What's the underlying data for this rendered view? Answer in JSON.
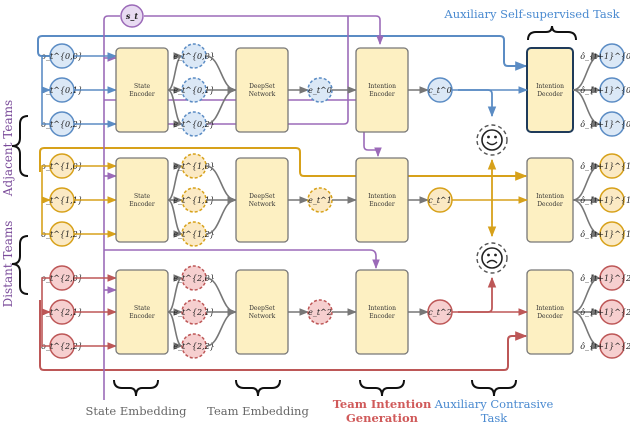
{
  "colors": {
    "blue": "#5b8cc4",
    "blue_fill": "#dbe8f6",
    "yellow": "#d7a11a",
    "yellow_fill": "#fbe9c4",
    "red": "#bd5757",
    "red_fill": "#f6cfcf",
    "purple": "#9b6ab8",
    "purple_fill": "#e8dbf2",
    "gray": "#777777",
    "box_fill": "#fdf0c2",
    "caption_gray": "#666666",
    "caption_red": "#d05a5a",
    "caption_blue": "#4a8ad0",
    "side_purple": "#7a4b9a"
  },
  "global_state_label": "s_t",
  "boxes": {
    "state_encoder": "State Encoder",
    "deepset_network": "DeepSet Network",
    "intention_encoder": "Intention Encoder",
    "intention_decoder": "Intention Decoder"
  },
  "rows": [
    {
      "team": "0",
      "obs": [
        "o_t^{0,0}",
        "o_t^{0,1}",
        "o_t^{0,2}"
      ],
      "emb": [
        "e_t^{0,0}",
        "e_t^{0,1}",
        "e_t^{0,2}"
      ],
      "agg": "e_t^0",
      "intent": "c_t^0",
      "pred": [
        "ô_{t+1}^{0,0}",
        "ô_{t+1}^{0,1}",
        "ô_{t+1}^{0,2}"
      ]
    },
    {
      "team": "1",
      "obs": [
        "o_t^{1,0}",
        "o_t^{1,1}",
        "o_t^{1,2}"
      ],
      "emb": [
        "e_t^{1,0}",
        "e_t^{1,1}",
        "e_t^{1,2}"
      ],
      "agg": "e_t^1",
      "intent": "c_t^1",
      "pred": [
        "ô_{t+1}^{1,0}",
        "ô_{t+1}^{1,1}",
        "ô_{t+1}^{1,2}"
      ]
    },
    {
      "team": "2",
      "obs": [
        "o_t^{2,0}",
        "o_t^{2,1}",
        "o_t^{2,2}"
      ],
      "emb": [
        "e_t^{2,0}",
        "e_t^{2,1}",
        "e_t^{2,2}"
      ],
      "agg": "e_t^2",
      "intent": "c_t^2",
      "pred": [
        "ô_{t+1}^{2,0}",
        "ô_{t+1}^{2,1}",
        "ô_{t+1}^{2,2}"
      ]
    }
  ],
  "side_labels": {
    "adjacent": "Adjacent Teams",
    "distant": "Distant Teams"
  },
  "top_label": "Auxiliary Self-supervised Task",
  "captions": {
    "state_embedding": "State Embedding",
    "team_embedding": "Team Embedding",
    "team_intention_1": "Team Intention",
    "team_intention_2": "Generation",
    "aux_contrastive_1": "Auxiliary Contrasive",
    "aux_contrastive_2": "Task"
  },
  "icons": {
    "positive": "smiley-face-icon",
    "negative": "sad-face-icon"
  }
}
